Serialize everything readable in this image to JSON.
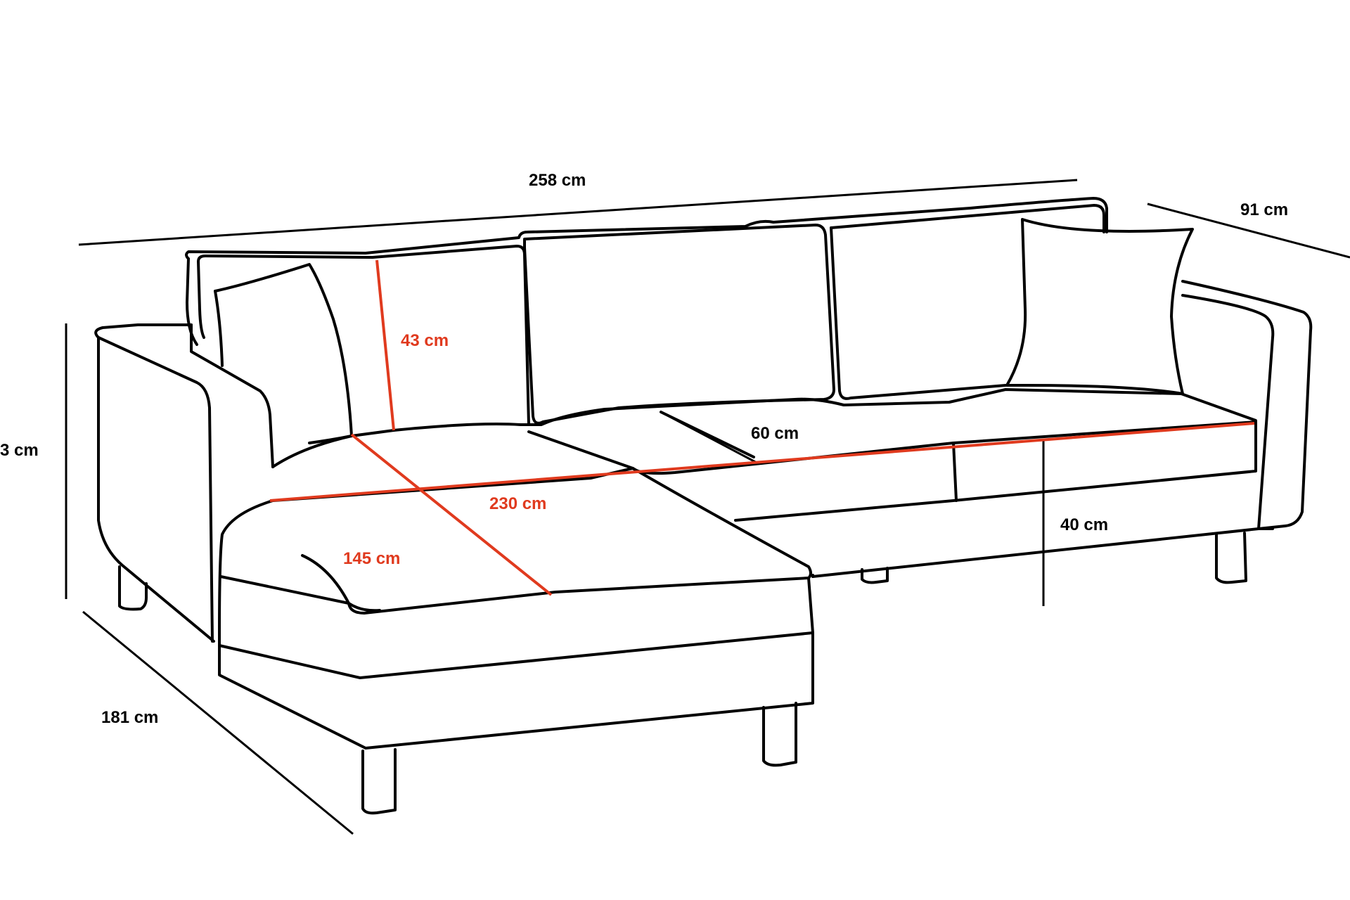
{
  "dimensions": {
    "total_width": "258 cm",
    "depth": "91 cm",
    "height": "3 cm",
    "chaise_length": "181 cm",
    "back_cushion_height": "43 cm",
    "seat_depth": "60 cm",
    "seat_width": "230 cm",
    "chaise_diagonal": "145 cm",
    "seat_height": "40 cm"
  },
  "colors": {
    "outline": "#000000",
    "inner_dimension": "#e03a1e",
    "background": "#ffffff"
  }
}
